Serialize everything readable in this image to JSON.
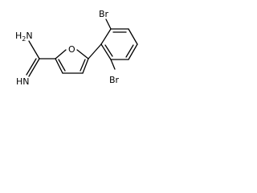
{
  "molecule": {
    "labels": {
      "amine_h": "H",
      "amine_n": "N",
      "amine_sub": "2",
      "imine_h": "H",
      "imine_n": "N",
      "ring_oxygen": "O",
      "bromine_top": "Br",
      "bromine_bottom": "Br"
    }
  }
}
